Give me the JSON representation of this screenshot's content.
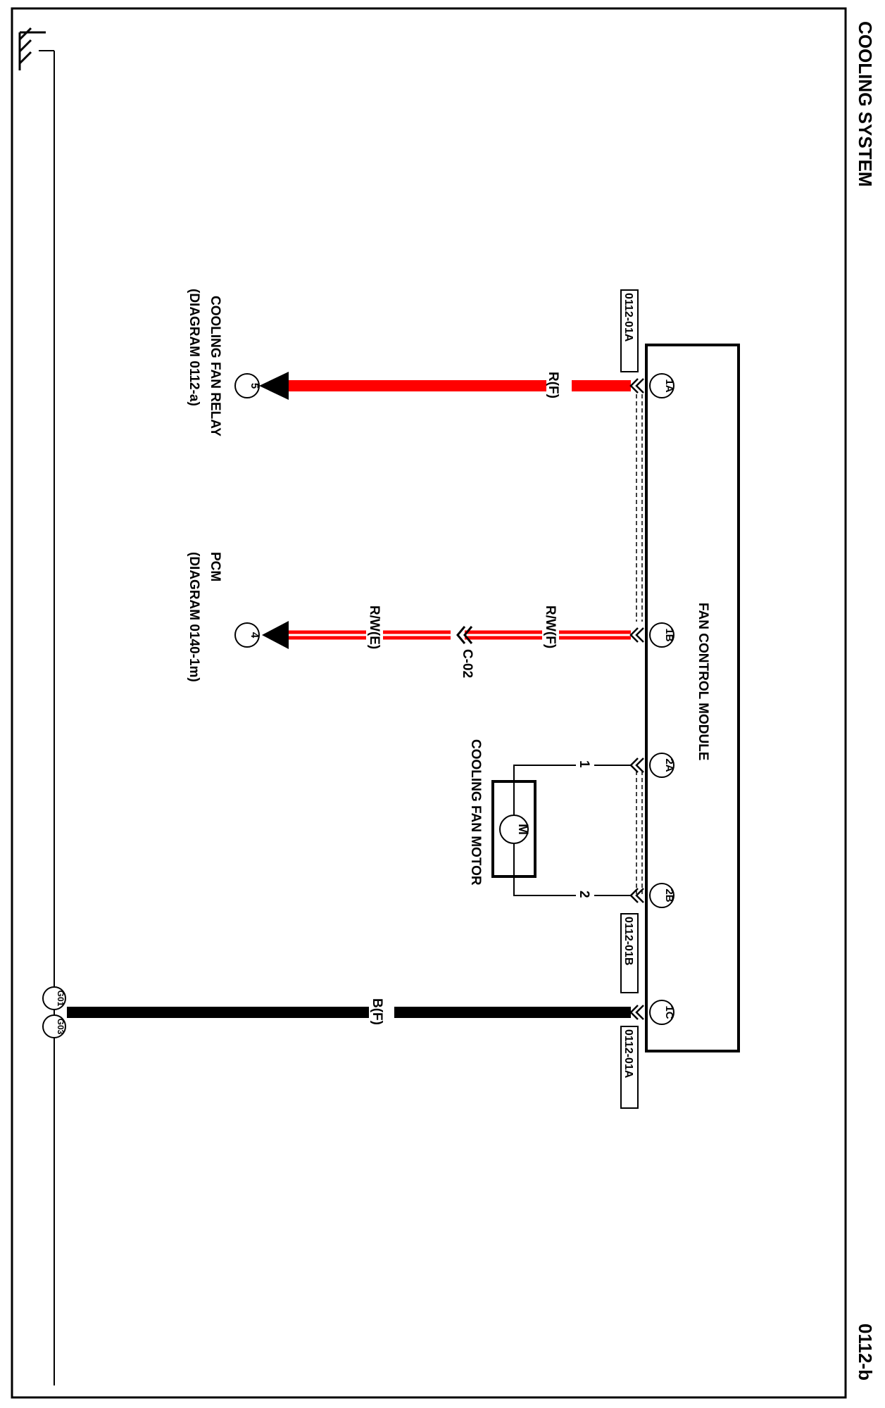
{
  "header": {
    "title": "COOLING SYSTEM",
    "page_code": "0112-b"
  },
  "module": {
    "name": "FAN CONTROL MODULE",
    "pins": {
      "p1a": "1A",
      "p1b": "1B",
      "p2a": "2A",
      "p2b": "2B",
      "p1c": "1C"
    }
  },
  "connectors": {
    "top": "0112-01A",
    "bottom_a": "0112-01B",
    "bottom_b": "0112-01A"
  },
  "wires": {
    "relay_wire": "R(F)",
    "pcm_wire_f": "R/W(F)",
    "pcm_wire_e": "R/W(E)",
    "inline_connector": "C-02",
    "ground_wire": "B(F)",
    "motor_pin_1": "1",
    "motor_pin_2": "2"
  },
  "destinations": {
    "relay": {
      "number": "5",
      "name": "COOLING FAN RELAY",
      "diagram_ref": "(DIAGRAM   0112-a)"
    },
    "pcm": {
      "number": "4",
      "name": "PCM",
      "diagram_ref": "(DIAGRAM   0140-1m)"
    }
  },
  "motor": {
    "name": "COOLING FAN MOTOR",
    "symbol": "M"
  },
  "ground": {
    "g01": "G01",
    "g03": "G03"
  },
  "colors": {
    "red_wire": "#ff0000",
    "black_wire": "#000000",
    "line": "#000000"
  }
}
